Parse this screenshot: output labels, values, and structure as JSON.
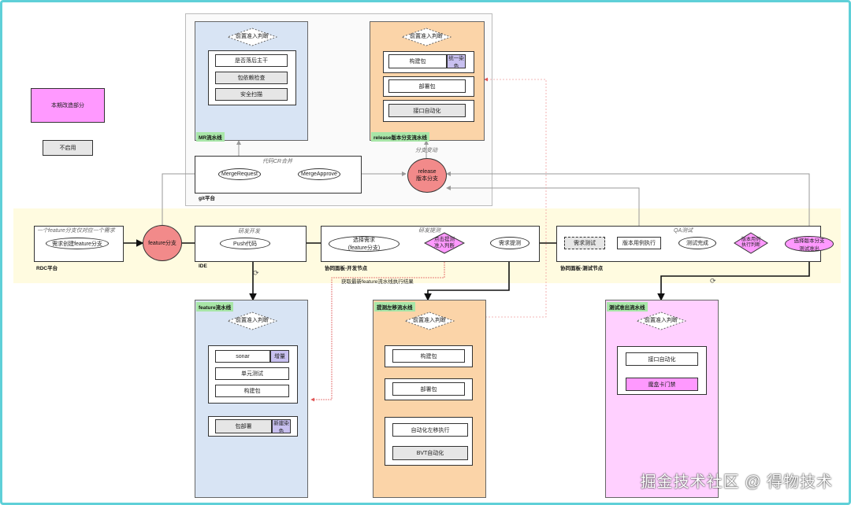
{
  "colors": {
    "frame": "#5fd0d8",
    "blue_container": "#d8e4f4",
    "orange_container": "#fbd4a8",
    "pink_container": "#ffd0ff",
    "magenta_box": "#ff99ff",
    "red_circle": "#f28a8a",
    "lane_yellow": "#fffbe0",
    "green_tag": "#a8e6a8",
    "purple_cell": "#c8c0f0"
  },
  "legend": {
    "changed": "本期改造部分",
    "disabled": "不启用"
  },
  "mr_pipeline": {
    "tag": "MR流水线",
    "gate": "前置准入判断",
    "checks": [
      "是否落后主干",
      "包依赖检查",
      "安全扫描"
    ]
  },
  "release_pipeline": {
    "tag": "release版本分支流水线",
    "gate": "前置准入判断",
    "build": "构建包",
    "build_badge": "统一染色",
    "deploy": "部署包",
    "api_auto": "接口自动化"
  },
  "git": {
    "tag": "git平台",
    "section_label": "代码CR合并",
    "merge_request": "MergeRequest",
    "merge_approve": "MergeApprove",
    "branch_change": "分支变动",
    "release_branch": "release\n版本分支"
  },
  "rdc": {
    "note": "一个feature分支仅对应一个需求",
    "create": "需求创建feature分支",
    "tag": "RDC平台"
  },
  "feature_branch": "feature分支",
  "dev": {
    "label": "研发开发",
    "push": "Push代码",
    "tag": "IDE"
  },
  "dev_test": {
    "label": "研发提测",
    "choose": "选择需求\n(feature分支)",
    "gate": "点击提测\n准入判断",
    "submit": "需求提测",
    "tag": "协同面板-开发节点",
    "fetch": "获取最新feature流水线执行结果"
  },
  "qa": {
    "label": "QA测试",
    "req_test": "需求测试",
    "case_exec": "版本用例执行",
    "done": "测试完成",
    "case_gate": "版本用例\n执行判断",
    "choose_release": "选择版本分支\n测试准出",
    "tag": "协同面板-测试节点"
  },
  "feature_pipeline": {
    "tag": "feature流水线",
    "gate": "前置准入判断",
    "sonar": "sonar",
    "sonar_badge": "增量",
    "unit": "单元测试",
    "build": "构建包",
    "deploy": "包部署",
    "deploy_badge": "新建染色"
  },
  "shift_left_pipeline": {
    "tag": "提测左移流水线",
    "gate": "前置准入判断",
    "build": "构建包",
    "deploy": "部署包",
    "auto_exec": "自动化左移执行",
    "bvt": "BVT自动化"
  },
  "qa_exit_pipeline": {
    "tag": "测试准出流水线",
    "gate": "前置准入判断",
    "api_auto": "接口自动化",
    "gate_check": "魔盒卡门禁"
  },
  "watermark": "掘金技术社区 @ 得物技术"
}
